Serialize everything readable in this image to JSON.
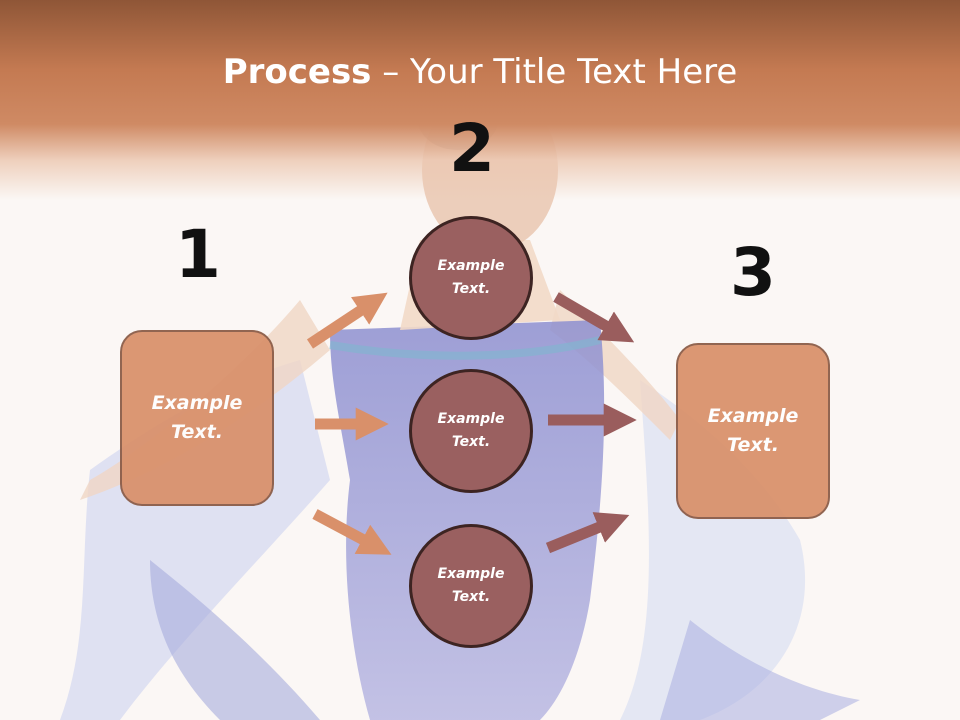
{
  "title": {
    "bold": "Process",
    "rest": " – Your Title Text Here"
  },
  "steps": {
    "one": "1",
    "two": "2",
    "three": "3"
  },
  "nodes": {
    "left_box": {
      "line1": "Example",
      "line2": "Text."
    },
    "circle_top": {
      "line1": "Example",
      "line2": "Text."
    },
    "circle_middle": {
      "line1": "Example",
      "line2": "Text."
    },
    "circle_bottom": {
      "line1": "Example",
      "line2": "Text."
    },
    "right_box": {
      "line1": "Example",
      "line2": "Text."
    }
  },
  "colors": {
    "header": "#c47a52",
    "box_fill": "#d9906a",
    "circle_fill": "#9a6060",
    "arrow_left": "#d9906a",
    "arrow_right": "#9a5d5d"
  },
  "background": {
    "image": "faded photo of ballroom dancer in blue dress"
  }
}
